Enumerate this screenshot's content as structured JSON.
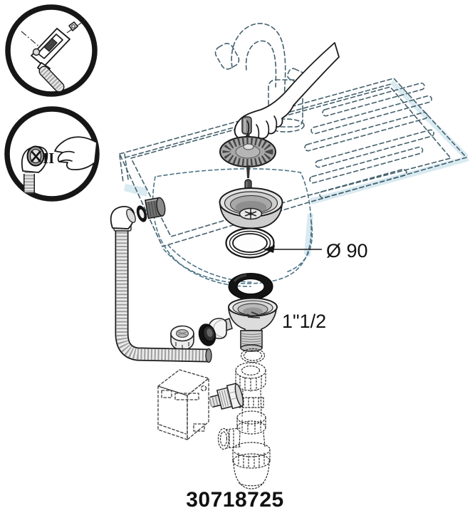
{
  "document": {
    "part_number": "30718725"
  },
  "annotations": {
    "ring_diameter": "Ø 90",
    "outlet_thread_size": "1\"1/2",
    "inset_step_marker": "II"
  },
  "colors": {
    "line": "#1a1a1a",
    "sink_dash": "#44606c",
    "bowl_dash": "#4b7486",
    "highlight_blue": "#d9eaf1",
    "rubber_black": "#141414",
    "metal_light": "#ececec",
    "metal_mid": "#b5b5b5",
    "metal_dark": "#6f6f6f",
    "background": "#ffffff"
  },
  "parts": [
    "hose-clamp-detail-inset",
    "overflow-cap-detail-inset",
    "sink-with-drainboard",
    "faucet",
    "hand-holding-strainer-knob",
    "strainer-plug",
    "pin",
    "strainer-basket",
    "sealing-ring-90mm",
    "rubber-gasket",
    "drain-body-1-1-2",
    "inlet-cap",
    "cone-gasket",
    "slotted-hose-nut",
    "friction-washer",
    "trap-top-nut",
    "bottle-trap",
    "dishwasher",
    "dishwasher-hose-connector",
    "overflow-hose",
    "overflow-elbow",
    "o-ring",
    "overflow-fitting"
  ]
}
